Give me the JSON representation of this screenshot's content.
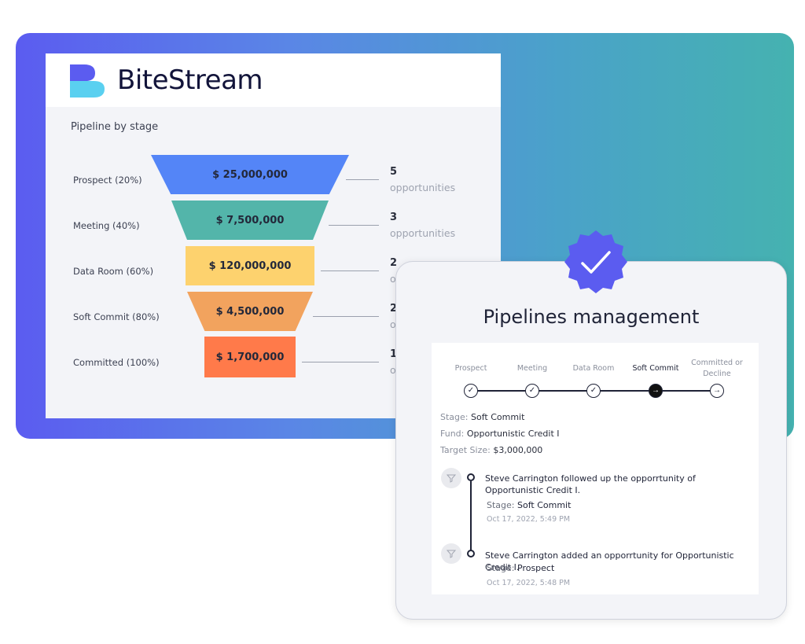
{
  "brand": {
    "name": "BiteStream"
  },
  "pipeline": {
    "title": "Pipeline by stage",
    "stages": [
      {
        "label": "Prospect (20%)",
        "amount": "$ 25,000,000",
        "count": "5",
        "unit": "opportunities",
        "color": "#5485f7"
      },
      {
        "label": "Meeting (40%)",
        "amount": "$ 7,500,000",
        "count": "3",
        "unit": "opportunities",
        "color": "#53b5aa"
      },
      {
        "label": "Data Room (60%)",
        "amount": "$ 120,000,000",
        "count": "2",
        "unit": "opportunities",
        "color": "#fdd26e"
      },
      {
        "label": "Soft Commit (80%)",
        "amount": "$ 4,500,000",
        "count": "2",
        "unit": "opportunities",
        "color": "#f2a35e"
      },
      {
        "label": "Committed (100%)",
        "amount": "$ 1,700,000",
        "count": "1",
        "unit": "opportunities",
        "color": "#ff7a4a"
      }
    ]
  },
  "management": {
    "title": "Pipelines management",
    "steps": [
      {
        "label": "Prospect",
        "state": "done"
      },
      {
        "label": "Meeting",
        "state": "done"
      },
      {
        "label": "Data Room",
        "state": "done"
      },
      {
        "label": "Soft Commit",
        "state": "current"
      },
      {
        "label": "Committed or Decline",
        "state": "pending"
      }
    ],
    "details": {
      "stage_label": "Stage:",
      "stage_value": "Soft Commit",
      "fund_label": "Fund:",
      "fund_value": "Opportunistic Credit I",
      "size_label": "Target Size:",
      "size_value": "$3,000,000"
    },
    "activities": [
      {
        "text": "Steve Carrington followed up the opporrtunity of Opportunistic Credit I.",
        "stage_label": "Stage:",
        "stage_value": "Soft Commit",
        "time": "Oct 17, 2022, 5:49 PM"
      },
      {
        "text": "Steve Carrington added an opporrtunity for Opportunistic Credit I.",
        "stage_label": "Stage:",
        "stage_value": "Prospect",
        "time": "Oct 17, 2022, 5:48 PM"
      }
    ]
  },
  "icons": {
    "logo": "bitestream-logo-icon",
    "badge": "verified-badge-icon",
    "funnel": "funnel-icon",
    "check": "check-icon",
    "arrow": "arrow-right-icon"
  },
  "colors": {
    "accent_start": "#5b5cf0",
    "accent_end": "#45b2b0",
    "current_step": "#111111"
  }
}
